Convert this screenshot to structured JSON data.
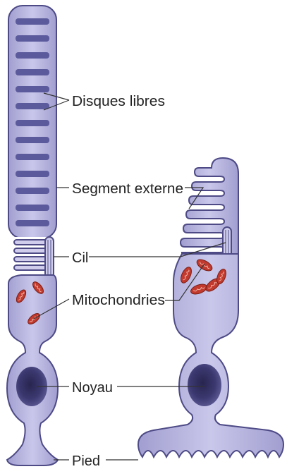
{
  "labels": {
    "disques_libres": "Disques libres",
    "segment_externe": "Segment externe",
    "cil": "Cil",
    "mitochondries": "Mitochondries",
    "noyau": "Noyau",
    "pied": "Pied"
  },
  "colors": {
    "cell_fill": "#b3b0dc",
    "cell_light": "#cfcdeb",
    "outline": "#4d4a86",
    "disk": "#5b5a9c",
    "nucleus": "#3b3870",
    "mitochondria": "#c23a2e"
  }
}
